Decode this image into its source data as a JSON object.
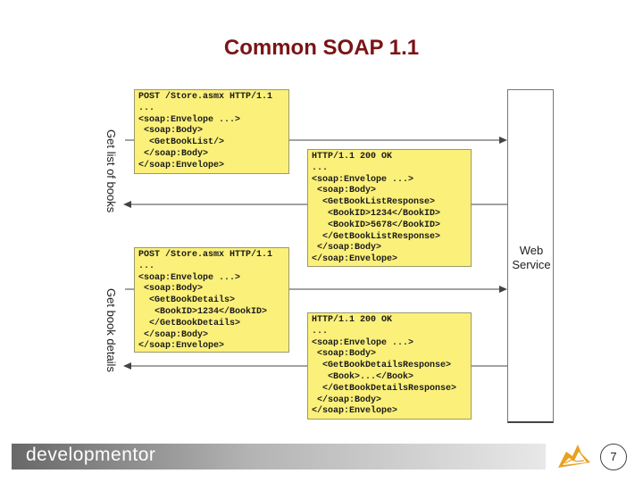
{
  "title": "Common SOAP 1.1",
  "web_service": {
    "line1": "Web",
    "line2": "Service"
  },
  "side_labels": {
    "get_list": "Get list of books",
    "get_details": "Get book details"
  },
  "request1": [
    "POST /Store.asmx HTTP/1.1",
    "...",
    "<soap:Envelope ...>",
    " <soap:Body>",
    "  <GetBookList/>",
    " </soap:Body>",
    "</soap:Envelope>"
  ],
  "response1": [
    "HTTP/1.1 200 OK",
    "...",
    "<soap:Envelope ...>",
    " <soap:Body>",
    "  <GetBookListResponse>",
    "   <BookID>1234</BookID>",
    "   <BookID>5678</BookID>",
    "  </GetBookListResponse>",
    " </soap:Body>",
    "</soap:Envelope>"
  ],
  "request2": [
    "POST /Store.asmx HTTP/1.1",
    "...",
    "<soap:Envelope ...>",
    " <soap:Body>",
    "  <GetBookDetails>",
    "   <BookID>1234</BookID>",
    "  </GetBookDetails>",
    " </soap:Body>",
    "</soap:Envelope>"
  ],
  "response2": [
    "HTTP/1.1 200 OK",
    "...",
    "<soap:Envelope ...>",
    " <soap:Body>",
    "  <GetBookDetailsResponse>",
    "   <Book>...</Book>",
    "  </GetBookDetailsResponse>",
    " </soap:Body>",
    "</soap:Envelope>"
  ],
  "footer": {
    "brand": "developmentor",
    "page": "7",
    "logo_icon": "flame-logo-icon"
  },
  "colors": {
    "title": "#7a1416",
    "code_box": "#fbf07a",
    "logo": "#e8a020"
  }
}
